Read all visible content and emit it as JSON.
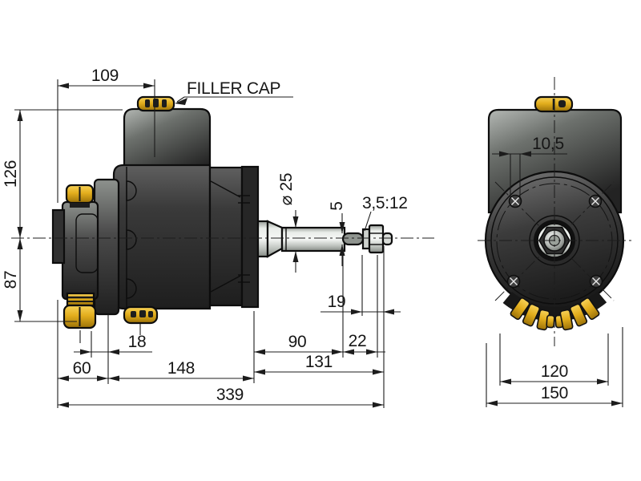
{
  "drawing": {
    "type": "technical-dimension-drawing",
    "subject": "hydraulic-steering-pump",
    "units": "mm",
    "side_view": {
      "filler_cap_label": "FILLER CAP",
      "dims": {
        "filler_cap_offset": "109",
        "height_above_center": "126",
        "height_below_center": "87",
        "shaft_diameter": "⌀ 25",
        "key_width": "5",
        "shaft_taper": "3,5:12",
        "key_to_shaft_end": "19",
        "port_offset": "18",
        "rear_section": "60",
        "body_length": "148",
        "shaft_exposed": "90",
        "thread_length": "22",
        "shaft_total": "131",
        "overall_length": "339"
      }
    },
    "front_view": {
      "dims": {
        "mounting_hole": "10,5",
        "port_span": "120",
        "overall_width": "150"
      }
    },
    "colors": {
      "background": "#ffffff",
      "line": "#1c1c1c",
      "body_dark": "#2e2e2e",
      "brass": "#e3ae1d",
      "shaft_silver": "#d9ddd9"
    }
  }
}
